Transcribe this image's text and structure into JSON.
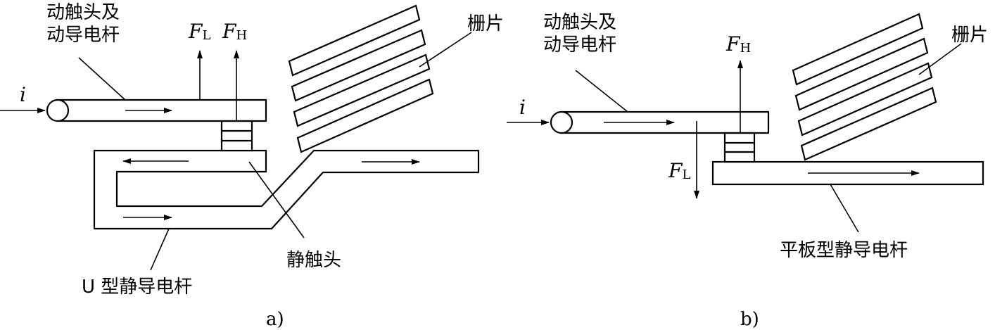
{
  "panel_a": {
    "caption": "a)",
    "label_moving": [
      "动触头及",
      "动导电杆"
    ],
    "label_grid": "栅片",
    "label_static_contact": "静触头",
    "label_u_bar": "U 型静导电杆",
    "current": "i",
    "force_l": {
      "main": "F",
      "sub": "L"
    },
    "force_h": {
      "main": "F",
      "sub": "H"
    }
  },
  "panel_b": {
    "caption": "b)",
    "label_moving": [
      "动触头及",
      "动导电杆"
    ],
    "label_grid": "栅片",
    "label_flat_bar": "平板型静导电杆",
    "current": "i",
    "force_h": {
      "main": "F",
      "sub": "H"
    },
    "force_l": {
      "main": "F",
      "sub": "L"
    }
  }
}
